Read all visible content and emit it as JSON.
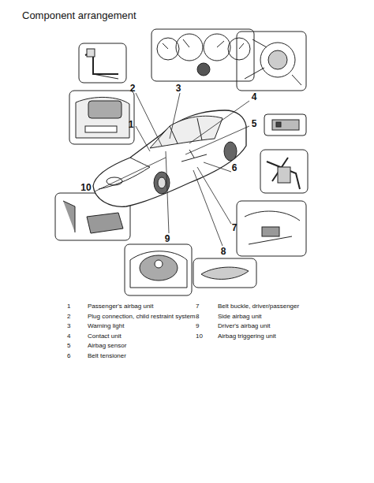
{
  "diagram": {
    "title": "Component arrangement",
    "labels": [
      "2",
      "3",
      "1",
      "4",
      "5",
      "6",
      "10",
      "7",
      "9",
      "8",
      "1",
      "Passenger's airbag unit",
      "7",
      "Belt buckle, driver/passenger",
      "2",
      "Plug connection, child restraint system",
      "8",
      "Side airbag unit",
      "3",
      "Warning light",
      "9",
      "Driver's airbag unit",
      "4",
      "Contact unit",
      "10",
      "Airbag triggering unit",
      "5",
      "Airbag sensor",
      "6",
      "Belt tensioner"
    ]
  }
}
